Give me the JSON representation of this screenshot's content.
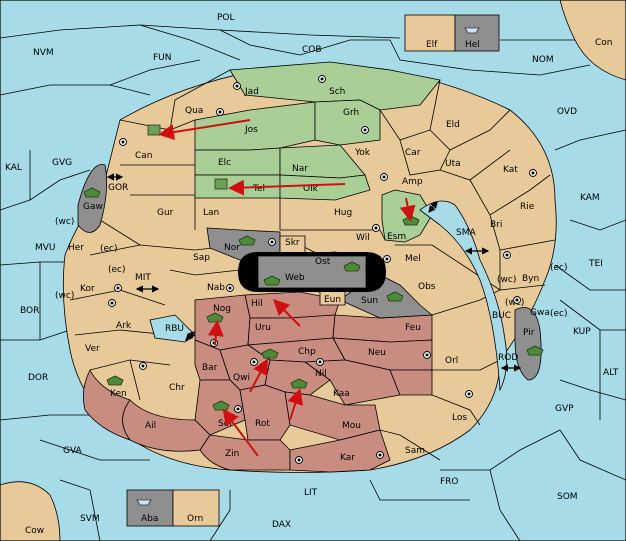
{
  "seas": [
    "POL",
    "NVM",
    "FUN",
    "COB",
    "NOM",
    "Con",
    "KAL",
    "GVG",
    "GOR",
    "OVD",
    "KAM",
    "MVU",
    "MIT",
    "SMA",
    "TEI",
    "BOR",
    "RBU",
    "BUC",
    "KUP",
    "DOR",
    "ROD",
    "ALT",
    "GVP",
    "GVA",
    "FRO",
    "SOM",
    "LIT",
    "SVM",
    "DAX",
    "Cow"
  ],
  "lands": [
    "Elf",
    "Hel",
    "Jad",
    "Sch",
    "Qua",
    "Jos",
    "Grh",
    "Can",
    "Eld",
    "Car",
    "Yok",
    "Elc",
    "Nar",
    "Uta",
    "Kat",
    "Amp",
    "Tel",
    "Olk",
    "Gaw",
    "Gur",
    "Lan",
    "Hug",
    "Rie",
    "Bri",
    "Esm",
    "Wil",
    "Nor",
    "Skr",
    "Her",
    "Ost",
    "Sap",
    "Mel",
    "Byn",
    "Web",
    "Kor",
    "Nab",
    "Eun",
    "Sun",
    "Obs",
    "Gwa",
    "Hil",
    "Nog",
    "Ark",
    "Uru",
    "Feu",
    "Pir",
    "Ver",
    "Chp",
    "Neu",
    "Bar",
    "Qwi",
    "Orl",
    "Nil",
    "Ken",
    "Chr",
    "Kaa",
    "Los",
    "Rot",
    "Sol",
    "Ail",
    "Mou",
    "Zin",
    "Kar",
    "Sam",
    "Aba",
    "Orn"
  ],
  "coast_labels": [
    "(wc)",
    "(ec)",
    "(ec)",
    "(wc)",
    "(wc)",
    "(ec)",
    "(wc)",
    "(ec)"
  ],
  "colors": {
    "sea": "#a6dbe7",
    "neutral": "#e8c99a",
    "north_power": "#a9cf97",
    "south_power": "#c98c80",
    "impassable": "#8f8f8f",
    "arrow": "#d01010"
  },
  "icons": [
    "supply-center-icon",
    "army-icon",
    "fleet-icon",
    "move-arrow-icon",
    "double-arrow-icon"
  ]
}
